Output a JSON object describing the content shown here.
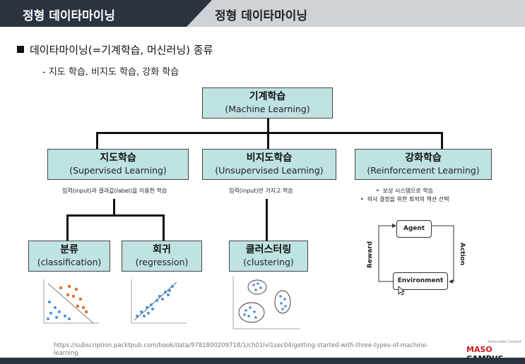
{
  "header": {
    "active_tab": "정형 데이타마이닝",
    "inactive_tab": "정형 데이타마이닝"
  },
  "content": {
    "title": "데이타마이닝(=기계학습, 머신러닝) 종류",
    "subtitle": "- 지도 학습, 비지도 학습, 강화 학습"
  },
  "diagram": {
    "root": {
      "ko": "기계학습",
      "en": "(Machine Learning)"
    },
    "supervised": {
      "ko": "지도학습",
      "en": "(Supervised Learning)",
      "note": "입력(input)과 결과값(label)을 이용한 학습"
    },
    "unsupervised": {
      "ko": "비지도학습",
      "en": "(Unsupervised Learning)",
      "note": "입력(input)만 가지고 학습"
    },
    "reinforcement": {
      "ko": "강화학습",
      "en": "(Reinforcement Learning)",
      "notes": [
        "보상 시스템으로 학습",
        "의사 결정을 위한 최적의 액션 선택"
      ],
      "agent": "Agent",
      "environment": "Environment",
      "reward": "Reward",
      "action": "Action"
    },
    "classification": {
      "ko": "분류",
      "en": "(classification)"
    },
    "regression": {
      "ko": "회귀",
      "en": "(regression)"
    },
    "clustering": {
      "ko": "클러스터링",
      "en": "(clustering)"
    }
  },
  "footer": {
    "url": "https://subscription.packtpub.com/book/data/9781800209718/1/ch01lvl1sec04/getting-started-with-three-types-of-machine-learning",
    "brand_tag": "Actionable Content",
    "brand_a": "MASO",
    "brand_b": " CAMPUS"
  },
  "colors": {
    "box_fill": "#bfe3e1",
    "header_dark": "#2b3341",
    "header_light": "#cfd2d6",
    "scatter_blue": "#4a90d9",
    "scatter_orange": "#e07a3c"
  }
}
